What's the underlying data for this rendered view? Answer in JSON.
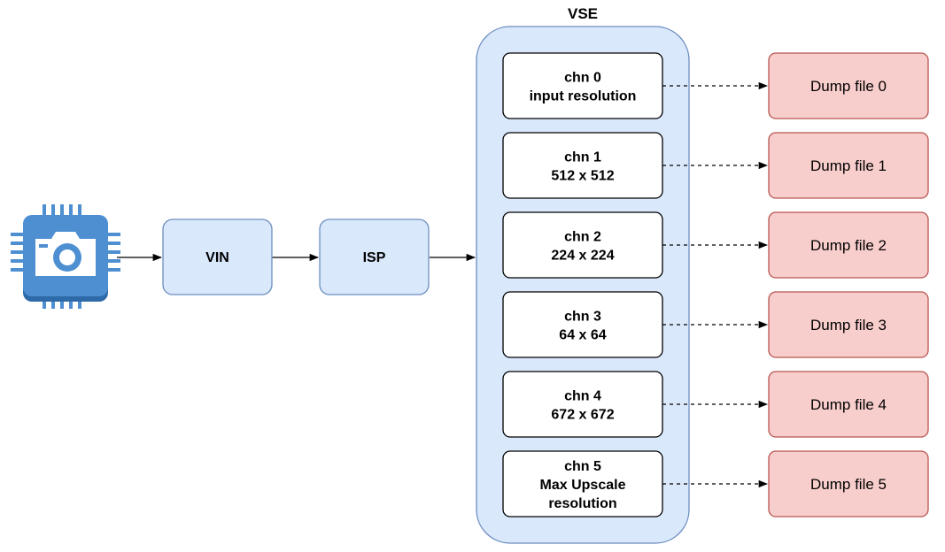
{
  "diagram": {
    "vse_title": "VSE",
    "vin_label": "VIN",
    "isp_label": "ISP",
    "channels": [
      {
        "name": "chn 0",
        "lines": [
          "chn 0",
          "input resolution"
        ]
      },
      {
        "name": "chn 1",
        "lines": [
          "chn 1",
          "512 x 512"
        ]
      },
      {
        "name": "chn 2",
        "lines": [
          "chn 2",
          "224 x 224"
        ]
      },
      {
        "name": "chn 3",
        "lines": [
          "chn 3",
          "64 x 64"
        ]
      },
      {
        "name": "chn 4",
        "lines": [
          "chn 4",
          "672 x 672"
        ]
      },
      {
        "name": "chn 5",
        "lines": [
          "chn 5",
          "Max Upscale",
          "resolution"
        ]
      }
    ],
    "dumps": [
      "Dump file 0",
      "Dump file 1",
      "Dump file 2",
      "Dump file 3",
      "Dump file 4",
      "Dump file 5"
    ],
    "colors": {
      "blue_fill": "#dae8fc",
      "blue_stroke": "#6c8ebf",
      "red_fill": "#f8cecc",
      "red_stroke": "#b85450",
      "camera_blue": "#4d8fd1",
      "camera_dark": "#2f6aa8"
    },
    "icons": {
      "source": "camera-chip-icon"
    }
  }
}
